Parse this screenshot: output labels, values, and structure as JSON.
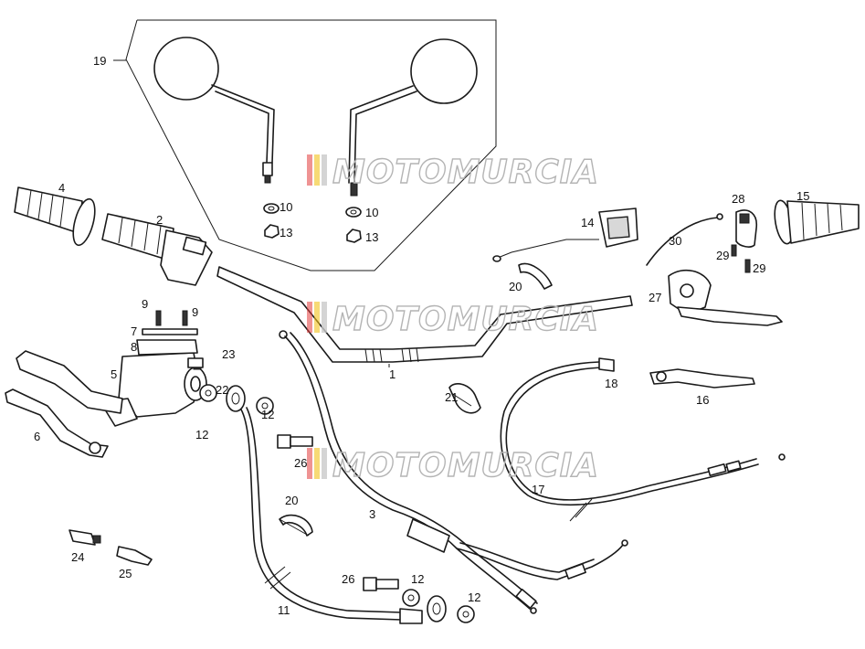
{
  "watermark": {
    "text": "MOTOMURCIA",
    "stripe_colors": [
      "#e23b3b",
      "#f2c21a",
      "#c9c9c9"
    ],
    "text_color": "#b4b4b4"
  },
  "callouts": {
    "c1": "1",
    "c2": "2",
    "c3": "3",
    "c4": "4",
    "c5": "5",
    "c6": "6",
    "c7": "7",
    "c8": "8",
    "c9a": "9",
    "c9b": "9",
    "c10a": "10",
    "c10b": "10",
    "c11": "11",
    "c12a": "12",
    "c12b": "12",
    "c12c": "12",
    "c12d": "12",
    "c13a": "13",
    "c13b": "13",
    "c14": "14",
    "c15": "15",
    "c16": "16",
    "c17": "17",
    "c18": "18",
    "c19": "19",
    "c20a": "20",
    "c20b": "20",
    "c21": "21",
    "c22": "22",
    "c23": "23",
    "c24": "24",
    "c25": "25",
    "c26a": "26",
    "c26b": "26",
    "c27": "27",
    "c28": "28",
    "c29a": "29",
    "c29b": "29",
    "c30": "30"
  }
}
